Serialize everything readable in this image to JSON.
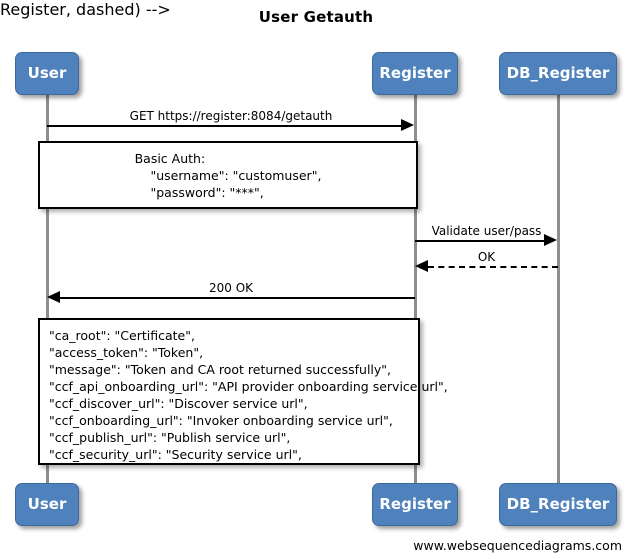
{
  "diagram": {
    "title": "User Getauth",
    "footer": "www.websequencediagrams.com",
    "accent_color": "#4f81bd",
    "lifeline_color": "#8e8e8e",
    "text_color": "#000000",
    "background": "#ffffff"
  },
  "participants": [
    {
      "name": "User",
      "label": "User"
    },
    {
      "name": "Register",
      "label": "Register"
    },
    {
      "name": "DB_Register",
      "label": "DB_Register"
    }
  ],
  "messages": [
    {
      "label": "GET https://register:8084/getauth",
      "from": "User",
      "to": "Register",
      "style": "solid",
      "direction": "right"
    },
    {
      "label": "Validate user/pass",
      "from": "Register",
      "to": "DB_Register",
      "style": "solid",
      "direction": "right"
    },
    {
      "label": "OK",
      "from": "DB_Register",
      "to": "Register",
      "style": "dashed",
      "direction": "left"
    },
    {
      "label": "200 OK",
      "from": "Register",
      "to": "User",
      "style": "solid",
      "direction": "left"
    }
  ],
  "notes": [
    {
      "name": "basic-auth-note",
      "align": "center",
      "lines": [
        "Basic Auth:",
        "    \"username\": \"customuser\",",
        "    \"password\": \"***\","
      ]
    },
    {
      "name": "response-payload-note",
      "align": "left",
      "lines": [
        "\"ca_root\": \"Certificate\",",
        "\"access_token\": \"Token\",",
        "\"message\": \"Token and CA root returned successfully\",",
        "\"ccf_api_onboarding_url\": \"API provider onboarding service url\",",
        "\"ccf_discover_url\": \"Discover service url\",",
        "\"ccf_onboarding_url\": \"Invoker onboarding service url\",",
        "\"ccf_publish_url\": \"Publish service url\",",
        "\"ccf_security_url\": \"Security service url\","
      ]
    }
  ]
}
